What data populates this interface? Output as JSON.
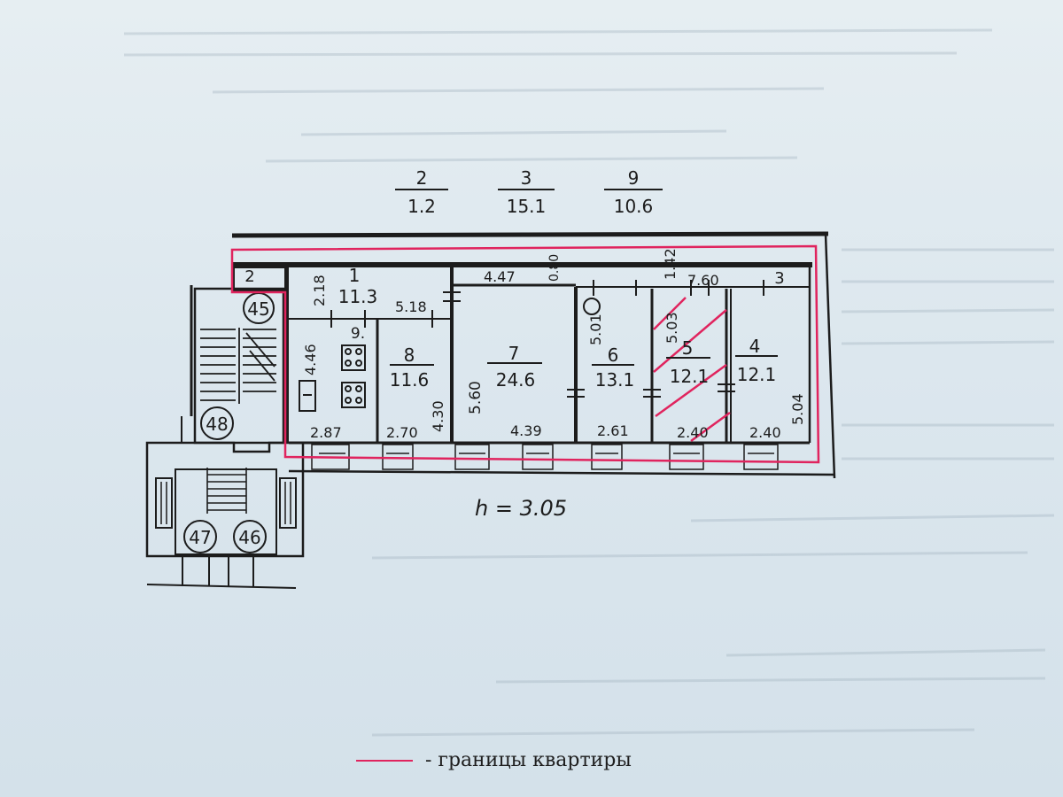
{
  "colors": {
    "boundary": "#e0245e",
    "ink": "#1c1c1c",
    "paper": "#dfe9ee"
  },
  "top_labels": [
    {
      "num": "2",
      "area": "1.2"
    },
    {
      "num": "3",
      "area": "15.1"
    },
    {
      "num": "9",
      "area": "10.6"
    }
  ],
  "rooms": [
    {
      "num": "1",
      "area": "11.3"
    },
    {
      "num": "8",
      "area": "11.6"
    },
    {
      "num": "7",
      "area": "24.6"
    },
    {
      "num": "6",
      "area": "13.1"
    },
    {
      "num": "5",
      "area": "12.1"
    },
    {
      "num": "4",
      "area": "12.1"
    },
    {
      "num": "9.",
      "area": ""
    },
    {
      "num": "2",
      "area": ""
    },
    {
      "num": "3",
      "area": ""
    }
  ],
  "dimensions": {
    "d218": "2.18",
    "d518": "5.18",
    "d447": "4.47",
    "d760": "7.60",
    "d142": "1.42",
    "d446": "4.46",
    "d430": "4.30",
    "d560": "5.60",
    "d501": "5.01",
    "d503": "5.03",
    "d504": "5.04",
    "d287": "2.87",
    "d270": "2.70",
    "d439": "4.39",
    "d261": "2.61",
    "d240a": "2.40",
    "d240b": "2.40",
    "d080": "0.80"
  },
  "stair_labels": {
    "s45": "45",
    "s48": "48",
    "s47": "47",
    "s46": "46"
  },
  "height_note": "h = 3.05",
  "legend": {
    "text": "- границы квартиры"
  }
}
